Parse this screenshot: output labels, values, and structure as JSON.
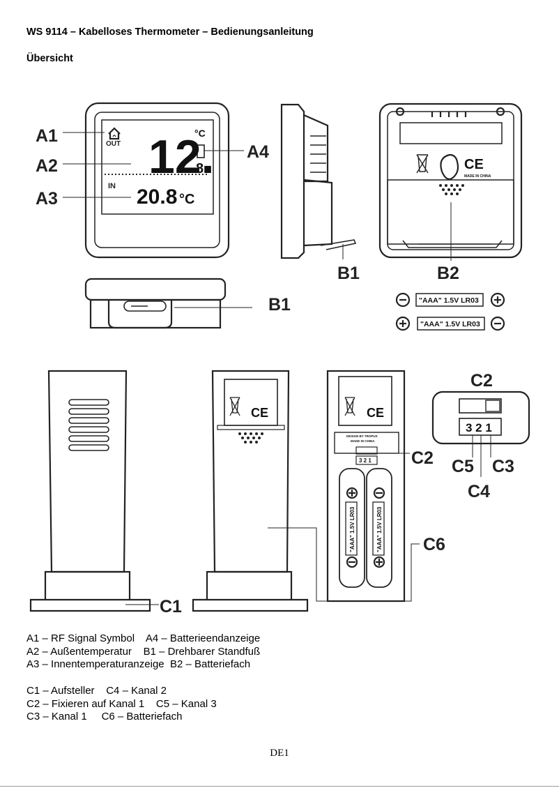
{
  "document": {
    "title": "WS 9114 – Kabelloses Thermometer – Bedienungsanleitung",
    "section": "Übersicht",
    "page_number": "DE1"
  },
  "illustration": {
    "display": {
      "out_label": "OUT",
      "in_label": "IN",
      "outdoor_temp_main": "12.",
      "outdoor_temp_decimal": "8",
      "outdoor_unit": "°C",
      "indoor_temp": "20.8",
      "indoor_unit": "°C"
    },
    "callouts": {
      "a1": "A1",
      "a2": "A2",
      "a3": "A3",
      "a4": "A4",
      "b1_side": "B1",
      "b1_bottom": "B1",
      "b2": "B2",
      "c1": "C1",
      "c2_top": "C2",
      "c2_side": "C2",
      "c3": "C3",
      "c4": "C4",
      "c5": "C5",
      "c6": "C6"
    },
    "battery_label": "\"AAA\" 1.5V LR03",
    "switch_numbers": "3 2 1",
    "switch_numbers_small": "3 2 1",
    "ce_mark": "CE",
    "made_in_china": "MADE IN CHINA",
    "design_by": "DESIGN BY TROPUS",
    "made_in_china_small": "MADE IN CHINA"
  },
  "legend": {
    "group1": [
      "A1 – RF Signal Symbol    A4 – Batterieendanzeige",
      "A2 – Außentemperatur    B1 – Drehbarer Standfuß",
      "A3 – Innentemperaturanzeige  B2 – Batteriefach"
    ],
    "group2": [
      "C1 – Aufsteller    C4 – Kanal 2",
      "C2 – Fixieren auf Kanal 1    C5 – Kanal 3",
      "C3 – Kanal 1     C6 – Batteriefach"
    ]
  }
}
